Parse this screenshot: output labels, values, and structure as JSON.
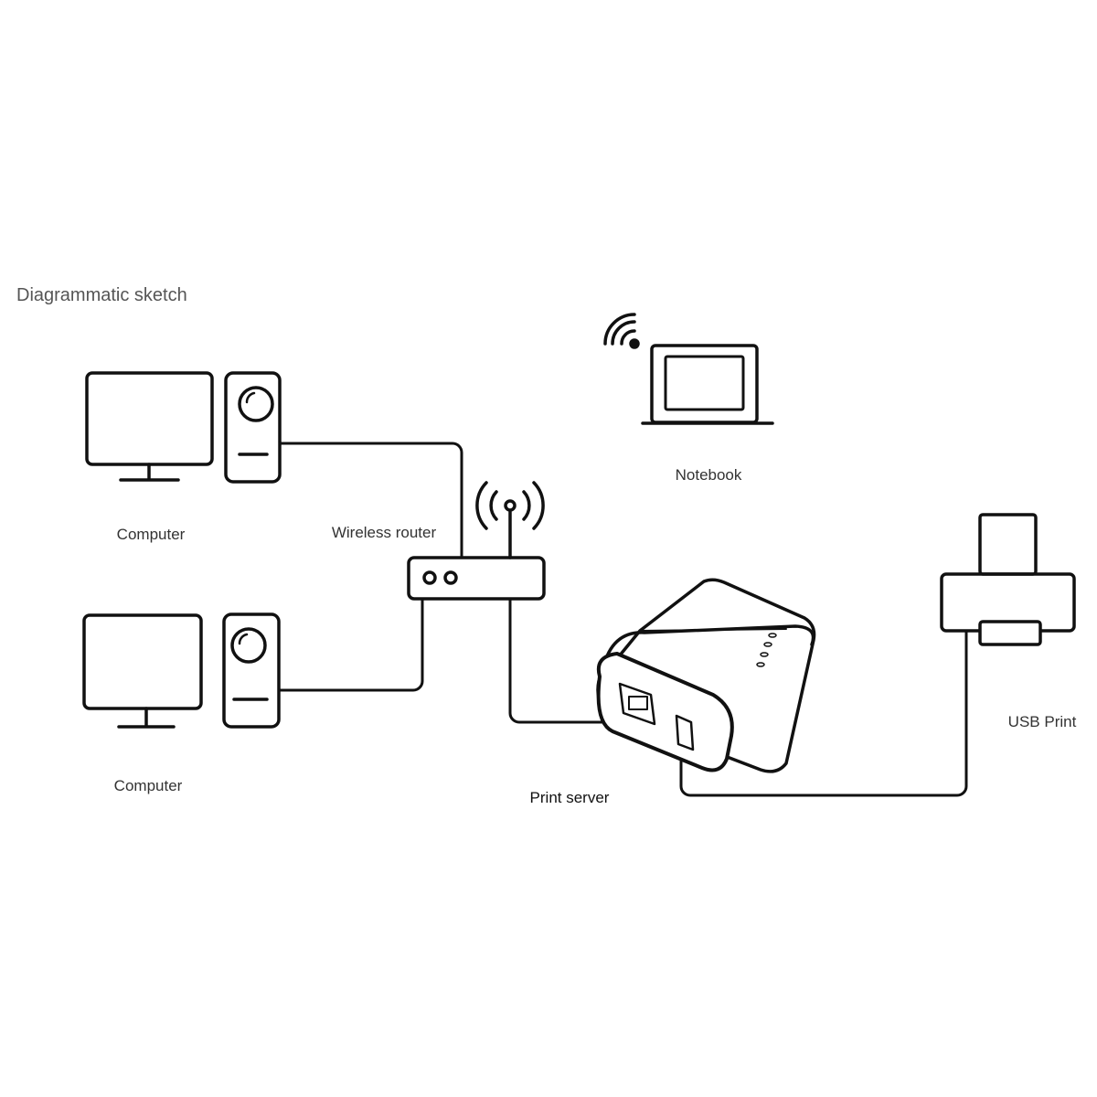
{
  "title": "Diagrammatic sketch",
  "labels": {
    "computer_1": "Computer",
    "computer_2": "Computer",
    "wireless_router": "Wireless router",
    "notebook": "Notebook",
    "usb_print": "USB Print",
    "print_server": "Print server"
  },
  "colors": {
    "line": "#111111",
    "label": "#333333"
  }
}
